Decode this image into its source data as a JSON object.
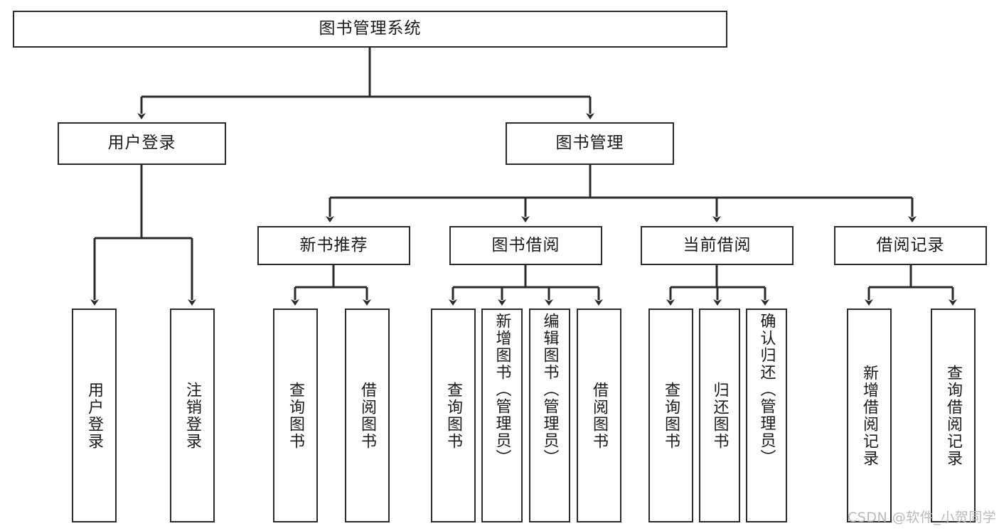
{
  "diagram": {
    "type": "tree",
    "title": "图书管理系统",
    "root": {
      "id": "root",
      "label": "图书管理系统"
    },
    "level2": [
      {
        "id": "user-login",
        "label": "用户登录"
      },
      {
        "id": "book-manage",
        "label": "图书管理"
      }
    ],
    "level3": [
      {
        "id": "new-book-recommend",
        "label": "新书推荐",
        "parent": "book-manage"
      },
      {
        "id": "book-borrow",
        "label": "图书借阅",
        "parent": "book-manage"
      },
      {
        "id": "current-borrow",
        "label": "当前借阅",
        "parent": "book-manage"
      },
      {
        "id": "borrow-record",
        "label": "借阅记录",
        "parent": "book-manage"
      }
    ],
    "leaves": [
      {
        "id": "leaf-user-login",
        "label": "用户登录",
        "parent": "user-login"
      },
      {
        "id": "leaf-logout",
        "label": "注销登录",
        "parent": "user-login"
      },
      {
        "id": "leaf-query-book-1",
        "label": "查询图书",
        "parent": "new-book-recommend"
      },
      {
        "id": "leaf-borrow-book-1",
        "label": "借阅图书",
        "parent": "new-book-recommend"
      },
      {
        "id": "leaf-query-book-2",
        "label": "查询图书",
        "parent": "book-borrow"
      },
      {
        "id": "leaf-add-book",
        "label": "新增图书（管理员）",
        "parent": "book-borrow"
      },
      {
        "id": "leaf-edit-book",
        "label": "编辑图书（管理员）",
        "parent": "book-borrow"
      },
      {
        "id": "leaf-borrow-book-2",
        "label": "借阅图书",
        "parent": "book-borrow"
      },
      {
        "id": "leaf-query-book-3",
        "label": "查询图书",
        "parent": "current-borrow"
      },
      {
        "id": "leaf-return-book",
        "label": "归还图书",
        "parent": "current-borrow"
      },
      {
        "id": "leaf-confirm-return",
        "label": "确认归还（管理员）",
        "parent": "current-borrow"
      },
      {
        "id": "leaf-add-record",
        "label": "新增借阅记录",
        "parent": "borrow-record"
      },
      {
        "id": "leaf-query-record",
        "label": "查询借阅记录",
        "parent": "borrow-record"
      }
    ],
    "colors": {
      "stroke": "#2b2b2b",
      "fill": "#ffffff",
      "text": "#1a1a1a",
      "watermark": "#b9b9b9"
    }
  },
  "watermark": {
    "text": "CSDN @软件_小贺同学"
  }
}
